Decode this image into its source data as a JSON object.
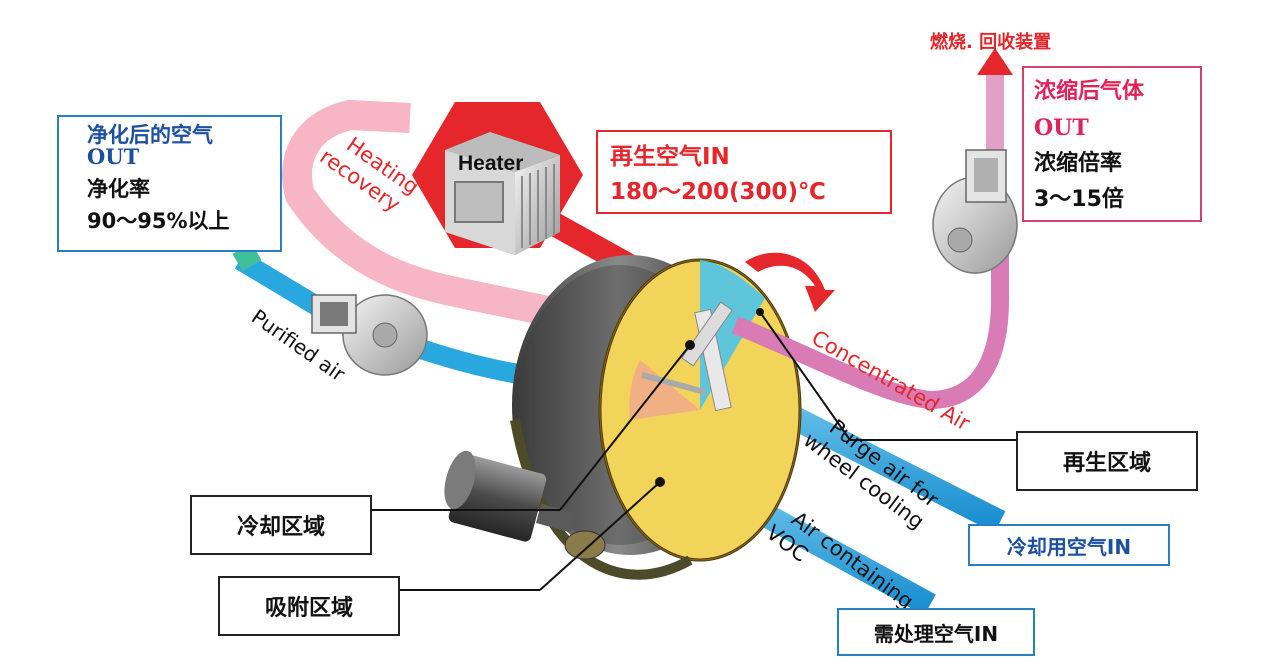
{
  "labels": {
    "purified_out": {
      "line1": "净化后的空气",
      "line2": "OUT",
      "line3": "净化率",
      "line4": "90～95%以上"
    },
    "regen_air_in": {
      "line1": "再生空气IN",
      "line2": "180～200(300)℃"
    },
    "concentrated_out": {
      "line1": "浓缩后气体",
      "line2": "OUT",
      "line3": "浓缩倍率",
      "line4": "3～15倍"
    },
    "combustion": "燃烧. 回收装置",
    "regen_zone": "再生区域",
    "cooling_zone": "冷却区域",
    "adsorption_zone": "吸附区域",
    "cooling_air_in": "冷却用空气IN",
    "treat_air_in": "需处理空气IN"
  },
  "flow_text": {
    "heating_recovery": [
      "Heating",
      "recovery"
    ],
    "purified_air": "Purified air",
    "concentrated_air": "Concentrated Air",
    "purge_air": [
      "Purge air for",
      "wheel cooling"
    ],
    "voc_air": [
      "Air containing",
      "VOC"
    ]
  },
  "heater_label": "Heater",
  "colors": {
    "blue_duct": "#29a8e0",
    "pink_duct": "#f4a3b8",
    "red_duct": "#e5262a",
    "magenta_duct": "#d97bb4",
    "wheel_face": "#f3d45a",
    "label_red": "#e5262a",
    "label_blue": "#1d4fa0"
  }
}
